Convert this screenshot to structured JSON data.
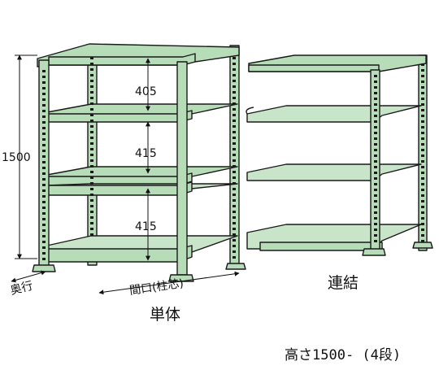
{
  "single_unit": {
    "caption": "単体",
    "height_label": "1500",
    "depth_label": "奥行",
    "width_label": "間口(柱芯)",
    "spacings": [
      "405",
      "415",
      "415"
    ]
  },
  "linked_unit": {
    "caption": "連結"
  },
  "footer": {
    "text": "高さ1500- (4段)"
  },
  "colors": {
    "frame_fill": "#b7dcb8",
    "frame_stroke": "#1a1a1a",
    "shelf_fill": "#c9e5c9",
    "hole_fill": "#1a1a1a"
  }
}
